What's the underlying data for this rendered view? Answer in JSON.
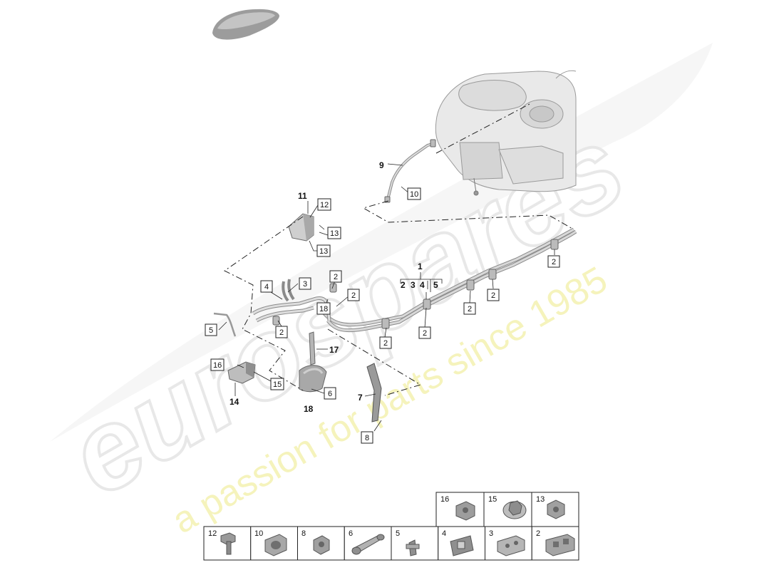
{
  "watermark": {
    "brand": "eurospares",
    "tagline": "a passion for parts since 1985"
  },
  "callouts": {
    "c1": "1",
    "c2a": "2",
    "c3a": "3",
    "c4a": "4",
    "c5a": "5",
    "c5": "5",
    "c4": "4",
    "c3": "3",
    "c2_1": "2",
    "c2_2": "2",
    "c2_3": "2",
    "c2_4": "2",
    "c2_5": "2",
    "c2_6": "2",
    "c2_7": "2",
    "c2_8": "2",
    "c6": "6",
    "c7": "7",
    "c8": "8",
    "c9": "9",
    "c10": "10",
    "c11": "11",
    "c12": "12",
    "c13a": "13",
    "c13b": "13",
    "c14": "14",
    "c15": "15",
    "c16": "16",
    "c17": "17",
    "c18a": "18",
    "c18b": "18"
  },
  "parts_table": {
    "top_row": [
      "16",
      "15",
      "13"
    ],
    "bottom_row": [
      "12",
      "10",
      "8",
      "6",
      "5",
      "4",
      "3",
      "2"
    ]
  }
}
